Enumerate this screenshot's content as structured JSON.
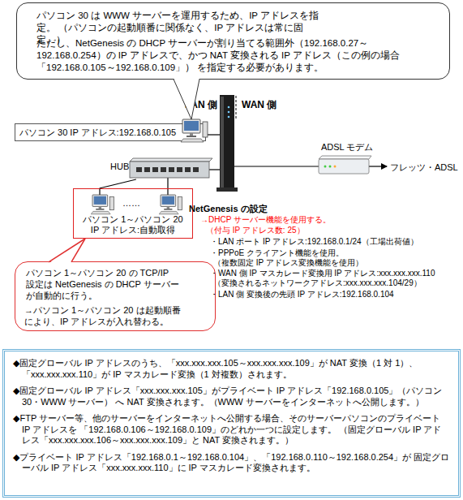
{
  "diagram": {
    "nodes": [
      {
        "text": [
          "パソコン 30 は WWW サーバーを運用するため、IP アドレスを指定。 （パソコンの起動順番に関係なく、IP アドレスは常に固定。）",
          "ただし、NetGenesis の DHCP サーバーが割り当てる範囲外（192.168.0.27～192.168.0.254）の IP アドレスで、かつ NAT 変換される IP アドレス（この例の場合「192.168.0.105～192.168.0.109」） を指定する必要があります。"
        ]
      },
      {
        "text": [
          "パソコン 30 IP アドレス:192.168.0.105"
        ]
      },
      {
        "text": [
          "HUB"
        ]
      },
      {
        "text": [
          "ADSL モデム"
        ]
      },
      {
        "text": [
          "パソコン 1～パソコン 20",
          "IP アドレス:自動取得"
        ]
      },
      {
        "text": [
          "パソコン 1～パソコン 20 の TCP/IP 設定は NetGenesis の DHCP サーバー が自動的に行う。",
          "→パソコン 1～パソコン 20 は起動順番 により、IP アドレスが入れ替わる。"
        ]
      },
      {
        "text": [
          "◆固定グローバル IP アドレスのうち、「xxx.xxx.xxx.105～xxx.xxx.xxx.109」が NAT 変換（1 対 1）、 「xxx.xxx.xxx.110」が IP マスカレード変換（1 対複数）されます。",
          "◆固定グローバル IP アドレス「xxx.xxx.xxx.105」がプライベート IP アドレス「192.168.0.105」（パソコン 30・WWW サーバー） へ NAT 変換されます。（WWW サーバーをインターネットへ公開します。）",
          "◆FTP サーバー等、他のサーバーをインターネットへ公開する場合、そのサーバーパソコンのプライベート IP アドレスを 「192.168.0.106～192.168.0.109」のどれか一つに設定します。 （固定グローバル IP アドレス「xxx.xxx.xxx.106～xxx.xxx.xxx.109」と NAT 変換されます。）",
          "◆プライベート IP アドレス「192.168.0.1～192.168.0.104」、「192.168.0.110～192.168.0.254」が 固定グローバル IP アドレス「xxx.xxx.xxx.110」に IP マスカレード変換されます。"
        ]
      }
    ],
    "edges": [
      {
        "from": 2,
        "to": 4,
        "arrow": "none"
      }
    ],
    "labels": [
      "LAN 側",
      "WAN 側",
      "……",
      "フレッツ・ADSL",
      "NetGenesis の設定",
      "→DHCP サーバー機能を使用する。",
      "（付与 IP アドレス数: 25）",
      "・LAN ポート IP アドレス:192.168.0.1/24（工場出荷値）",
      "・PPPoE クライアント機能を使用。",
      "（複数固定 IP アドレス変換機能を使用）",
      "・WAN 側 IP マスカレード変換用 IP アドレス:xxx.xxx.xxx.110",
      "（変換されるネットワークアドレス:xxx.xxx.xxx.104/29）",
      "・LAN 側 変換後の先頭 IP アドレス:192.168.0.104"
    ]
  }
}
